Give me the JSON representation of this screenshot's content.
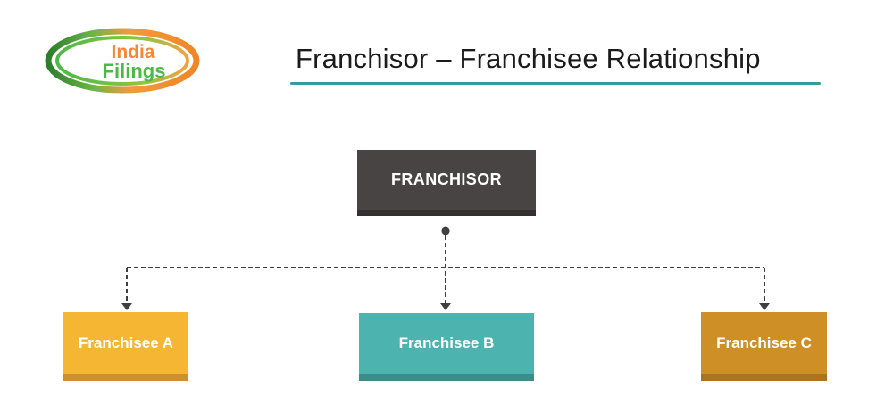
{
  "logo": {
    "line1": "India",
    "line2": "Filings",
    "line1_color": "#f58634",
    "line2_color": "#4cb847",
    "ring_outer_left_color": "#2e7d2b",
    "ring_outer_right_color": "#f18626",
    "ring_inner_color": "#58b947"
  },
  "header": {
    "title": "Franchisor – Franchisee Relationship",
    "title_color": "#1b1b1b",
    "underline_color": "#379b9b"
  },
  "diagram": {
    "connector_color": "#3f3f3f",
    "root": {
      "label": "FRANCHISOR",
      "fill": "#484443",
      "bottom_edge": "#343030",
      "text_color": "#ffffff"
    },
    "children": [
      {
        "label": "Franchisee A",
        "fill": "#f5b733",
        "bottom_edge": "#ce8f2e",
        "text_color": "#ffffff"
      },
      {
        "label": "Franchisee B",
        "fill": "#4db3ae",
        "bottom_edge": "#3c8d89",
        "text_color": "#ffffff"
      },
      {
        "label": "Franchisee C",
        "fill": "#ce8f27",
        "bottom_edge": "#a8741e",
        "text_color": "#ffffff"
      }
    ]
  }
}
